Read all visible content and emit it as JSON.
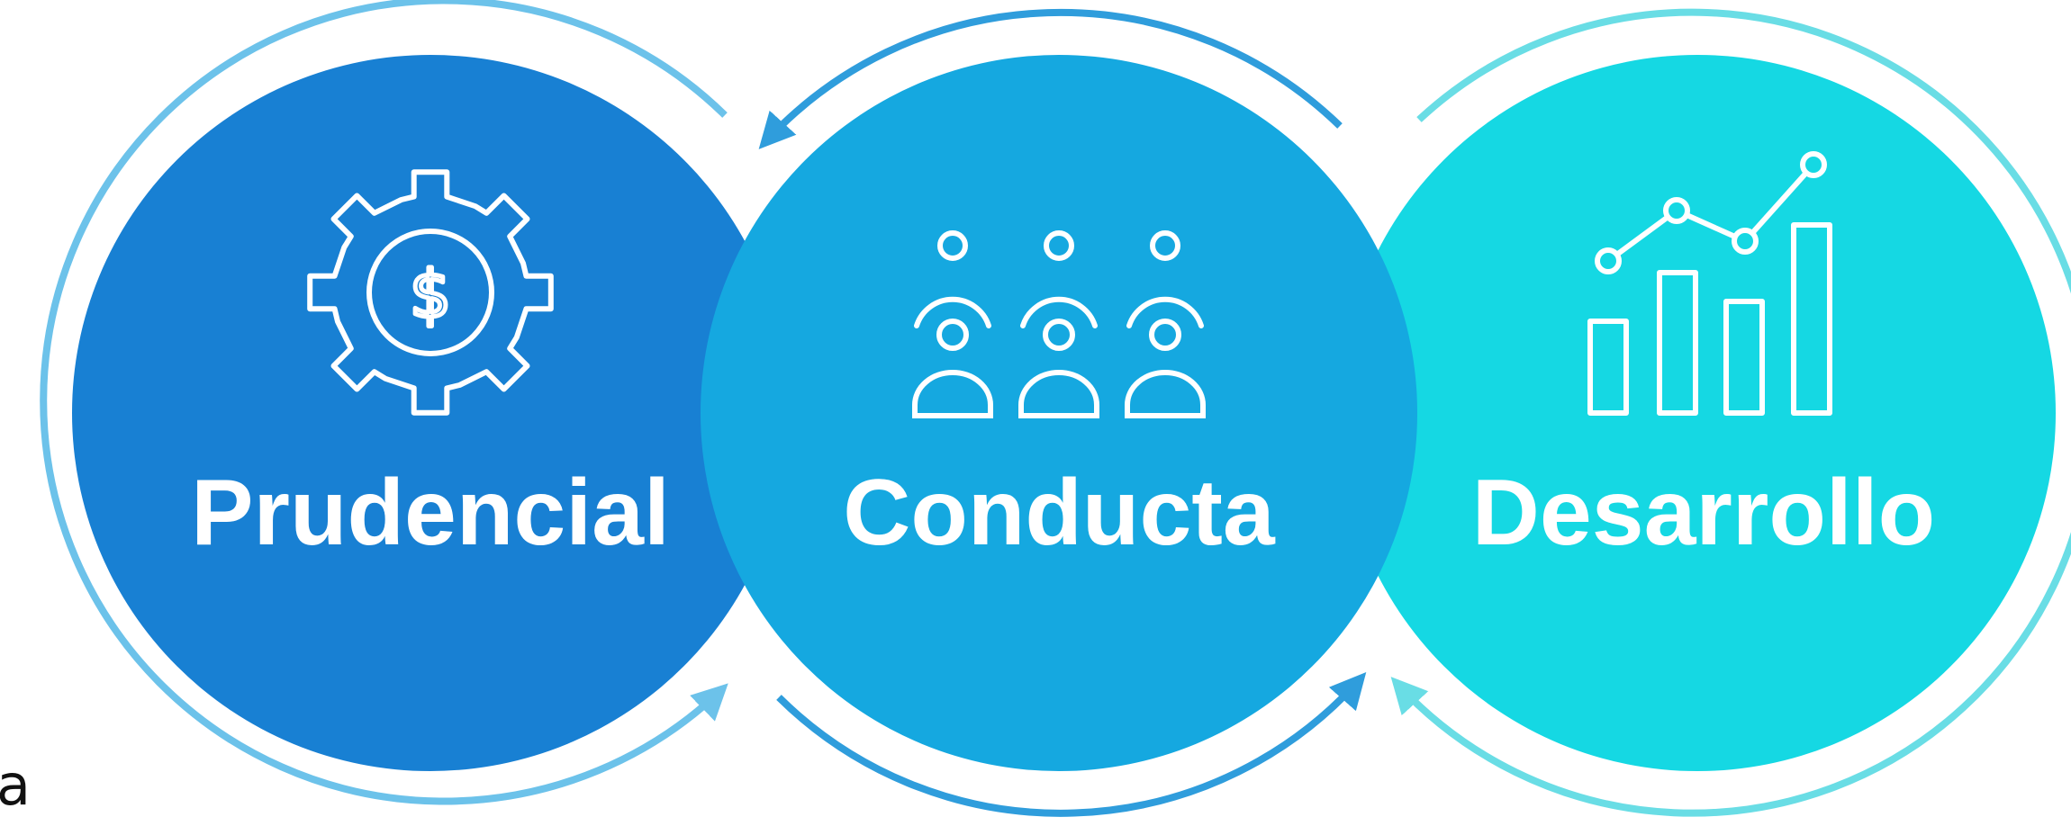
{
  "colors": {
    "prudencial": "#1880d3",
    "conducta": "#15a8e0",
    "desarrollo": "#15d8e3",
    "ring_left": "#6cc2ea",
    "ring_middle": "#2f9ddc",
    "ring_right": "#69dde5",
    "icon_stroke": "#ffffff",
    "label": "#ffffff"
  },
  "pillars": [
    {
      "label": "Prudencial",
      "icon": "gear-dollar-icon"
    },
    {
      "label": "Conducta",
      "icon": "people-group-icon"
    },
    {
      "label": "Desarrollo",
      "icon": "bar-chart-growth-icon"
    }
  ],
  "stray_text": "a"
}
